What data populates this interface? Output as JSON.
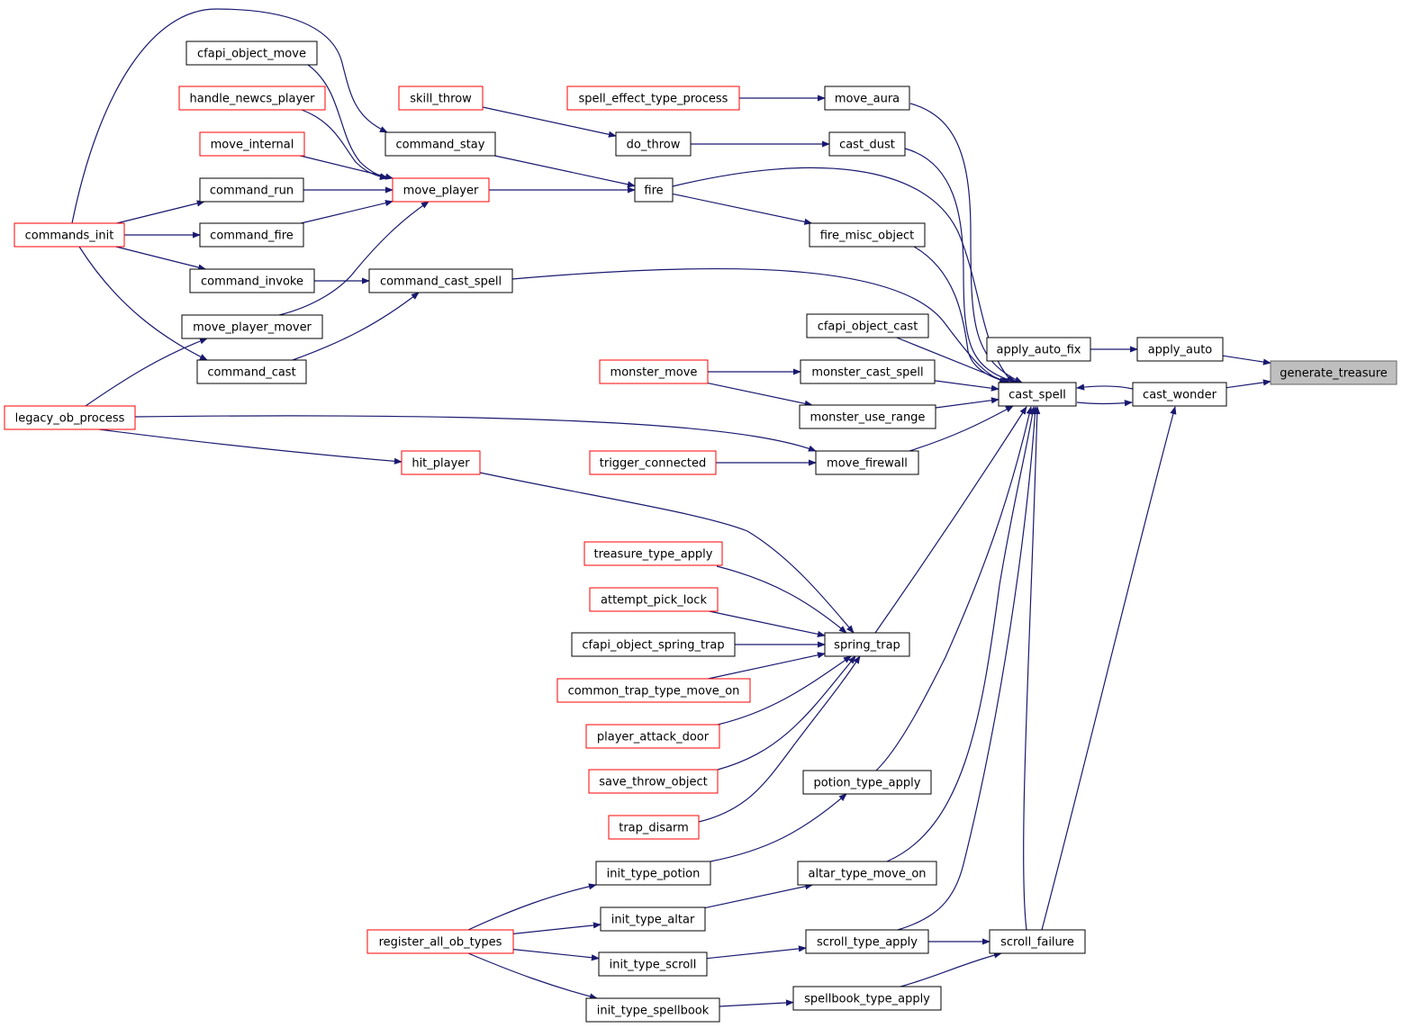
{
  "diagram": {
    "colors": {
      "edge": "#191970",
      "normal_border": "#000000",
      "truncated_border": "#ff0000",
      "root_fill": "#bfbfbf",
      "root_border": "#666666"
    },
    "nodes": [
      {
        "id": "generate_treasure",
        "label": "generate_treasure",
        "style": "root"
      },
      {
        "id": "apply_auto",
        "label": "apply_auto",
        "style": "normal"
      },
      {
        "id": "cast_wonder",
        "label": "cast_wonder",
        "style": "normal"
      },
      {
        "id": "apply_auto_fix",
        "label": "apply_auto_fix",
        "style": "normal"
      },
      {
        "id": "cast_spell",
        "label": "cast_spell",
        "style": "normal"
      },
      {
        "id": "scroll_failure",
        "label": "scroll_failure",
        "style": "normal"
      },
      {
        "id": "move_aura",
        "label": "move_aura",
        "style": "normal"
      },
      {
        "id": "cast_dust",
        "label": "cast_dust",
        "style": "normal"
      },
      {
        "id": "fire_misc_object",
        "label": "fire_misc_object",
        "style": "normal"
      },
      {
        "id": "cfapi_object_cast",
        "label": "cfapi_object_cast",
        "style": "normal"
      },
      {
        "id": "monster_cast_spell",
        "label": "monster_cast_spell",
        "style": "normal"
      },
      {
        "id": "monster_use_range",
        "label": "monster_use_range",
        "style": "normal"
      },
      {
        "id": "move_firewall",
        "label": "move_firewall",
        "style": "normal"
      },
      {
        "id": "spring_trap",
        "label": "spring_trap",
        "style": "normal"
      },
      {
        "id": "potion_type_apply",
        "label": "potion_type_apply",
        "style": "normal"
      },
      {
        "id": "altar_type_move_on",
        "label": "altar_type_move_on",
        "style": "normal"
      },
      {
        "id": "scroll_type_apply",
        "label": "scroll_type_apply",
        "style": "normal"
      },
      {
        "id": "spellbook_type_apply",
        "label": "spellbook_type_apply",
        "style": "normal"
      },
      {
        "id": "spell_effect_type_process",
        "label": "spell_effect_type_process",
        "style": "truncated"
      },
      {
        "id": "do_throw",
        "label": "do_throw",
        "style": "normal"
      },
      {
        "id": "fire",
        "label": "fire",
        "style": "normal"
      },
      {
        "id": "skill_throw",
        "label": "skill_throw",
        "style": "truncated"
      },
      {
        "id": "command_stay",
        "label": "command_stay",
        "style": "normal"
      },
      {
        "id": "move_player",
        "label": "move_player",
        "style": "truncated"
      },
      {
        "id": "command_cast_spell",
        "label": "command_cast_spell",
        "style": "normal"
      },
      {
        "id": "monster_move",
        "label": "monster_move",
        "style": "truncated"
      },
      {
        "id": "trigger_connected",
        "label": "trigger_connected",
        "style": "truncated"
      },
      {
        "id": "hit_player",
        "label": "hit_player",
        "style": "truncated"
      },
      {
        "id": "treasure_type_apply",
        "label": "treasure_type_apply",
        "style": "truncated"
      },
      {
        "id": "attempt_pick_lock",
        "label": "attempt_pick_lock",
        "style": "truncated"
      },
      {
        "id": "cfapi_object_spring_trap",
        "label": "cfapi_object_spring_trap",
        "style": "normal"
      },
      {
        "id": "common_trap_type_move_on",
        "label": "common_trap_type_move_on",
        "style": "truncated"
      },
      {
        "id": "player_attack_door",
        "label": "player_attack_door",
        "style": "truncated"
      },
      {
        "id": "save_throw_object",
        "label": "save_throw_object",
        "style": "truncated"
      },
      {
        "id": "trap_disarm",
        "label": "trap_disarm",
        "style": "truncated"
      },
      {
        "id": "init_type_potion",
        "label": "init_type_potion",
        "style": "normal"
      },
      {
        "id": "init_type_altar",
        "label": "init_type_altar",
        "style": "normal"
      },
      {
        "id": "init_type_scroll",
        "label": "init_type_scroll",
        "style": "normal"
      },
      {
        "id": "init_type_spellbook",
        "label": "init_type_spellbook",
        "style": "normal"
      },
      {
        "id": "register_all_ob_types",
        "label": "register_all_ob_types",
        "style": "truncated"
      },
      {
        "id": "cfapi_object_move",
        "label": "cfapi_object_move",
        "style": "normal"
      },
      {
        "id": "handle_newcs_player",
        "label": "handle_newcs_player",
        "style": "truncated"
      },
      {
        "id": "move_internal",
        "label": "move_internal",
        "style": "truncated"
      },
      {
        "id": "command_run",
        "label": "command_run",
        "style": "normal"
      },
      {
        "id": "command_fire",
        "label": "command_fire",
        "style": "normal"
      },
      {
        "id": "command_invoke",
        "label": "command_invoke",
        "style": "normal"
      },
      {
        "id": "move_player_mover",
        "label": "move_player_mover",
        "style": "normal"
      },
      {
        "id": "command_cast",
        "label": "command_cast",
        "style": "normal"
      },
      {
        "id": "commands_init",
        "label": "commands_init",
        "style": "truncated"
      },
      {
        "id": "legacy_ob_process",
        "label": "legacy_ob_process",
        "style": "truncated"
      }
    ],
    "edges": [
      {
        "from": "apply_auto",
        "to": "generate_treasure"
      },
      {
        "from": "cast_wonder",
        "to": "generate_treasure"
      },
      {
        "from": "apply_auto_fix",
        "to": "apply_auto"
      },
      {
        "from": "cast_spell",
        "to": "cast_wonder"
      },
      {
        "from": "scroll_failure",
        "to": "cast_wonder"
      },
      {
        "from": "cast_wonder",
        "to": "cast_spell"
      },
      {
        "from": "move_aura",
        "to": "cast_spell"
      },
      {
        "from": "cast_dust",
        "to": "cast_spell"
      },
      {
        "from": "fire",
        "to": "cast_spell"
      },
      {
        "from": "fire_misc_object",
        "to": "cast_spell"
      },
      {
        "from": "command_cast_spell",
        "to": "cast_spell"
      },
      {
        "from": "cfapi_object_cast",
        "to": "cast_spell"
      },
      {
        "from": "monster_cast_spell",
        "to": "cast_spell"
      },
      {
        "from": "monster_use_range",
        "to": "cast_spell"
      },
      {
        "from": "move_firewall",
        "to": "cast_spell"
      },
      {
        "from": "spring_trap",
        "to": "cast_spell"
      },
      {
        "from": "potion_type_apply",
        "to": "cast_spell"
      },
      {
        "from": "altar_type_move_on",
        "to": "cast_spell"
      },
      {
        "from": "scroll_type_apply",
        "to": "cast_spell"
      },
      {
        "from": "scroll_failure",
        "to": "cast_spell"
      },
      {
        "from": "spell_effect_type_process",
        "to": "move_aura"
      },
      {
        "from": "do_throw",
        "to": "cast_dust"
      },
      {
        "from": "skill_throw",
        "to": "do_throw"
      },
      {
        "from": "move_player",
        "to": "fire"
      },
      {
        "from": "command_stay",
        "to": "fire"
      },
      {
        "from": "fire",
        "to": "fire_misc_object"
      },
      {
        "from": "monster_move",
        "to": "monster_cast_spell"
      },
      {
        "from": "monster_move",
        "to": "monster_use_range"
      },
      {
        "from": "trigger_connected",
        "to": "move_firewall"
      },
      {
        "from": "legacy_ob_process",
        "to": "move_firewall"
      },
      {
        "from": "hit_player",
        "to": "spring_trap"
      },
      {
        "from": "treasure_type_apply",
        "to": "spring_trap"
      },
      {
        "from": "attempt_pick_lock",
        "to": "spring_trap"
      },
      {
        "from": "cfapi_object_spring_trap",
        "to": "spring_trap"
      },
      {
        "from": "common_trap_type_move_on",
        "to": "spring_trap"
      },
      {
        "from": "player_attack_door",
        "to": "spring_trap"
      },
      {
        "from": "save_throw_object",
        "to": "spring_trap"
      },
      {
        "from": "trap_disarm",
        "to": "spring_trap"
      },
      {
        "from": "init_type_potion",
        "to": "potion_type_apply"
      },
      {
        "from": "init_type_altar",
        "to": "altar_type_move_on"
      },
      {
        "from": "init_type_scroll",
        "to": "scroll_type_apply"
      },
      {
        "from": "scroll_type_apply",
        "to": "scroll_failure"
      },
      {
        "from": "spellbook_type_apply",
        "to": "scroll_failure"
      },
      {
        "from": "init_type_spellbook",
        "to": "spellbook_type_apply"
      },
      {
        "from": "register_all_ob_types",
        "to": "init_type_potion"
      },
      {
        "from": "register_all_ob_types",
        "to": "init_type_altar"
      },
      {
        "from": "register_all_ob_types",
        "to": "init_type_scroll"
      },
      {
        "from": "register_all_ob_types",
        "to": "init_type_spellbook"
      },
      {
        "from": "legacy_ob_process",
        "to": "hit_player"
      },
      {
        "from": "cfapi_object_move",
        "to": "move_player"
      },
      {
        "from": "handle_newcs_player",
        "to": "move_player"
      },
      {
        "from": "move_internal",
        "to": "move_player"
      },
      {
        "from": "command_run",
        "to": "move_player"
      },
      {
        "from": "command_fire",
        "to": "move_player"
      },
      {
        "from": "move_player_mover",
        "to": "move_player"
      },
      {
        "from": "commands_init",
        "to": "command_stay"
      },
      {
        "from": "commands_init",
        "to": "command_run"
      },
      {
        "from": "commands_init",
        "to": "command_fire"
      },
      {
        "from": "commands_init",
        "to": "command_invoke"
      },
      {
        "from": "commands_init",
        "to": "command_cast"
      },
      {
        "from": "command_invoke",
        "to": "command_cast_spell"
      },
      {
        "from": "command_cast",
        "to": "command_cast_spell"
      },
      {
        "from": "legacy_ob_process",
        "to": "move_player_mover"
      }
    ]
  }
}
